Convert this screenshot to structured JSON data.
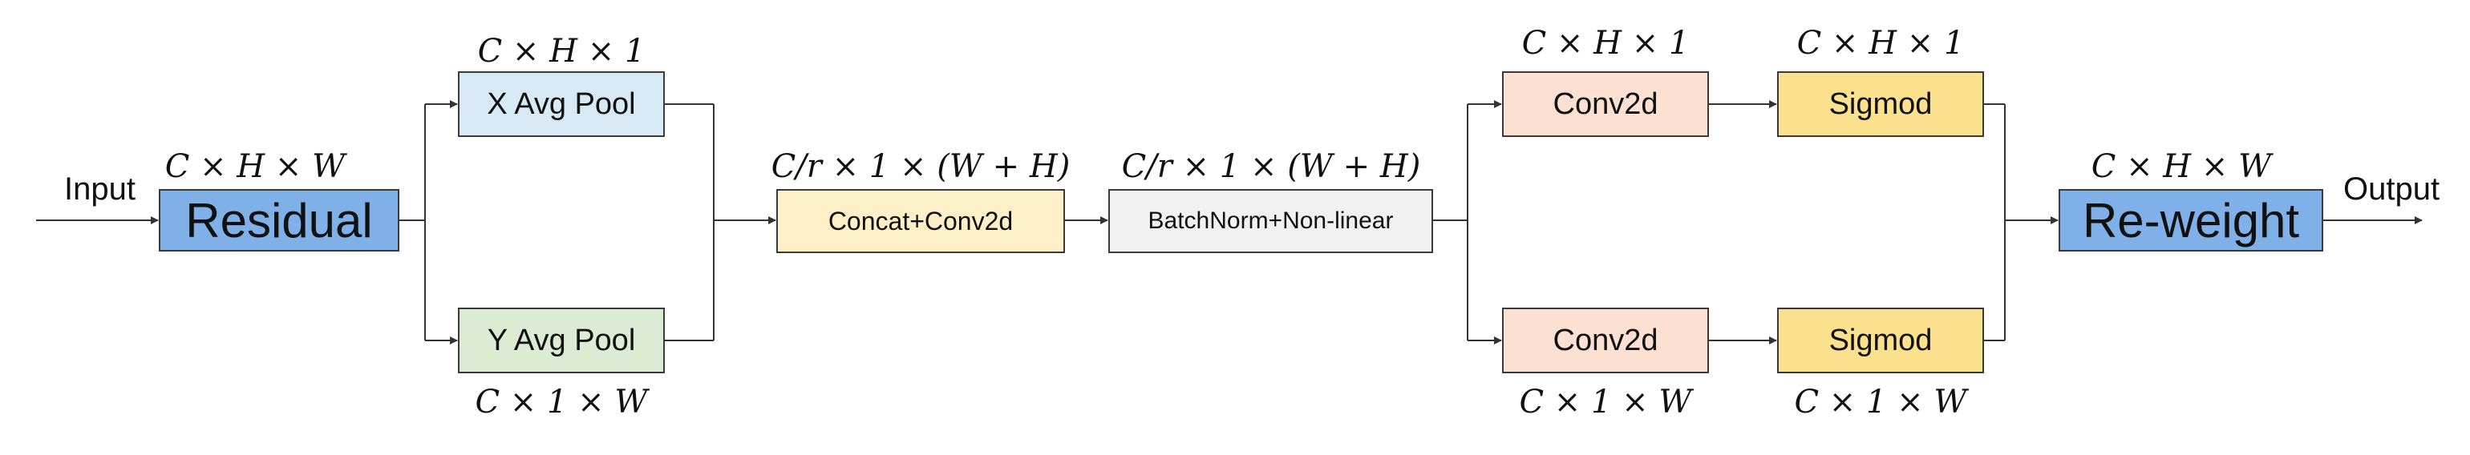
{
  "labels": {
    "input": "Input",
    "output": "Output"
  },
  "blocks": {
    "residual": "Residual",
    "x_pool": "X Avg Pool",
    "y_pool": "Y Avg Pool",
    "concat": "Concat+Conv2d",
    "batchnorm": "BatchNorm+Non-linear",
    "conv_top": "Conv2d",
    "conv_bottom": "Conv2d",
    "sigmoid_top": "Sigmod",
    "sigmoid_bottom": "Sigmod",
    "reweight": "Re-weight"
  },
  "dims": {
    "residual": "C × H × W",
    "x_pool": "C × H × 1",
    "y_pool": "C × 1 × W",
    "concat": "C/r × 1 × (W + H)",
    "batchnorm": "C/r × 1 × (W + H)",
    "conv_top": "C × H × 1",
    "sigmoid_top": "C × H × 1",
    "conv_bottom": "C × 1 × W",
    "sigmoid_bottom": "C × 1 × W",
    "reweight": "C × H × W"
  },
  "colors": {
    "residual": "#7fb0e8",
    "x_pool": "#d8e9f6",
    "y_pool": "#dcebd3",
    "concat": "#fdf0c8",
    "batchnorm": "#f1f1f1",
    "conv": "#fce1d3",
    "sigmoid": "#fbe08e",
    "reweight": "#7fb0e8",
    "line": "#333333"
  }
}
